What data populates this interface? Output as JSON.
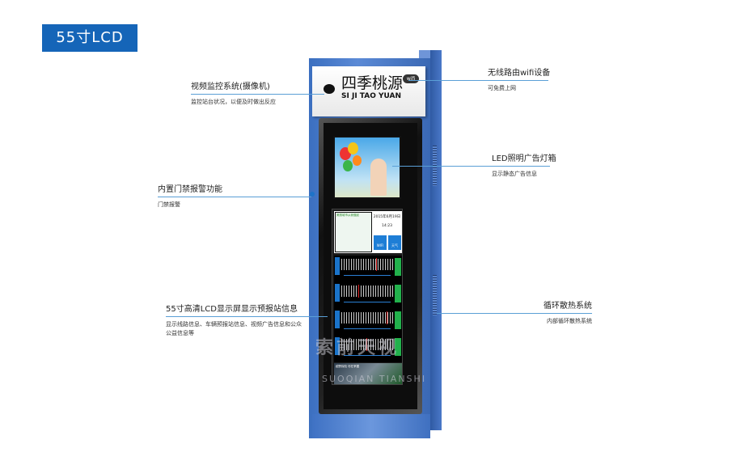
{
  "title_badge": "55寸LCD",
  "kiosk": {
    "header_cn": "四季桃源",
    "header_en": "SI JI TAO YUAN",
    "wifi_label": "wifi",
    "screen_date": "2015年6月19日",
    "screen_time": "14:23",
    "screen_caption": "美丽城市从我做起",
    "tile_wifi": "WIFI",
    "tile_weather": "天气",
    "ad_caption": "越野探险 尽在掌握"
  },
  "annotations": [
    {
      "title": "视频监控系统(摄像机)",
      "desc": [
        "监控站台状况，以便及时做出反应"
      ]
    },
    {
      "title": "内置门禁报警功能",
      "desc": [
        "门禁报警"
      ]
    },
    {
      "title": "55寸高清LCD显示屏显示预报站信息",
      "desc": [
        "显示线路信息、车辆预报站信息、视频广告信息和公众",
        "公益信息等"
      ]
    },
    {
      "title": "无线路由wifi设备",
      "desc": [
        "可免费上网"
      ]
    },
    {
      "title": "LED照明广告灯箱",
      "desc": [
        "显示静态广告信息"
      ]
    },
    {
      "title": "循环散热系统",
      "desc": [
        "内部循环散热系统"
      ]
    }
  ],
  "watermark": {
    "cn": "索前天视",
    "en": "SUOQIAN TIANSHI"
  },
  "colors": {
    "accent": "#1565b8",
    "line": "#5a9fd6",
    "frame": "#4a7acb"
  }
}
